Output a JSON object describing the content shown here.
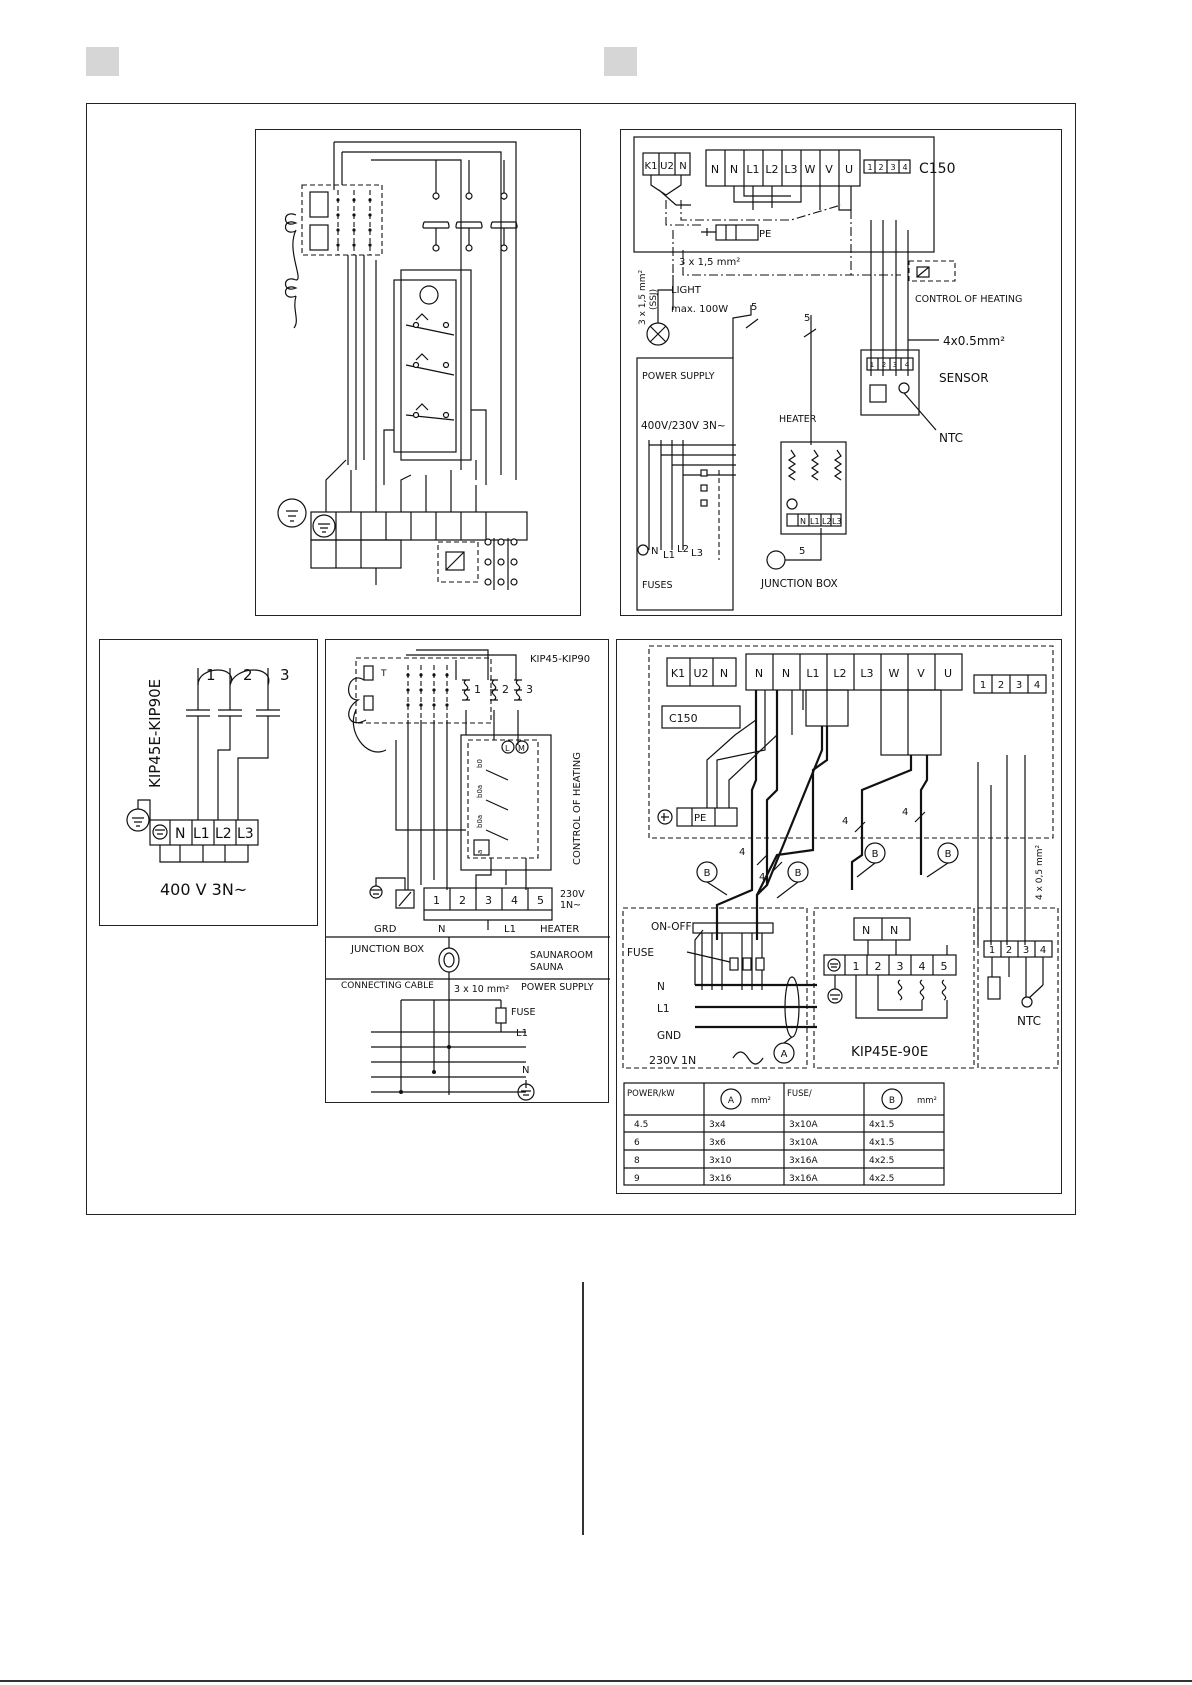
{
  "panel_tl": {},
  "panel_tr": {
    "terminals_top_left": [
      "K1",
      "U2",
      "N"
    ],
    "terminals_top_main": [
      "N",
      "N",
      "L1",
      "L2",
      "L3",
      "W",
      "V",
      "U"
    ],
    "terminals_small": [
      "1",
      "2",
      "3",
      "4"
    ],
    "unit": "C150",
    "pe": "PE",
    "cable_vertical": "3 x 1,5 mm²",
    "cable_vertical_sub": "(SSJ)",
    "cable_horizontal": "3 x 1,5 mm²",
    "light": "LIGHT",
    "light_max": "max. 100W",
    "control": "CONTROL OF HEATING",
    "sensor_cable": "4x0.5mm²",
    "sensor": "SENSOR",
    "heater": "HEATER",
    "ntc": "NTC",
    "power_supply": "POWER SUPPLY",
    "voltage": "400V/230V 3N~",
    "fuses": "FUSES",
    "junction_box": "JUNCTION BOX",
    "wire_count": "5",
    "supply_terms": [
      "N",
      "L1",
      "L2",
      "L3"
    ],
    "heater_terms": [
      "N",
      "L1",
      "L2",
      "L3"
    ],
    "sensor_terms": [
      "1",
      "2",
      "3",
      "4"
    ]
  },
  "panel_ml": {
    "model": "KIP45E-KIP90E",
    "circuits": [
      "1",
      "2",
      "3"
    ],
    "terminals": [
      "N",
      "L1",
      "L2",
      "L3"
    ],
    "voltage": "400 V 3N~"
  },
  "panel_mc": {
    "model": "KIP45-KIP90",
    "circuits": [
      "1",
      "2",
      "3"
    ],
    "control": "CONTROL OF HEATING",
    "relay_labels": [
      "b0",
      "b0a",
      "b0a",
      "a"
    ],
    "terminals": [
      "1",
      "2",
      "3",
      "4",
      "5"
    ],
    "voltage_line1": "230V",
    "voltage_line2": "1N~",
    "grd": "GRD",
    "n": "N",
    "l1": "L1",
    "heater": "HEATER",
    "junction_box": "JUNCTION BOX",
    "saunaroom": "SAUNAROOM",
    "sauna": "SAUNA",
    "connecting_cable": "CONNECTING CABLE",
    "cable_size": "3 x 10 mm²",
    "power_supply": "POWER SUPPLY",
    "fuse": "FUSE",
    "line_l1": "L1",
    "line_n": "N"
  },
  "panel_br": {
    "terminals_left": [
      "K1",
      "U2",
      "N"
    ],
    "terminals_main": [
      "N",
      "N",
      "L1",
      "L2",
      "L3",
      "W",
      "V",
      "U"
    ],
    "terminals_small": [
      "1",
      "2",
      "3",
      "4"
    ],
    "unit": "C150",
    "pe": "PE",
    "wire_count": "4",
    "callout_b": "B",
    "callout_a": "A",
    "sensor_cable": "4 x 0,5 mm²",
    "on_off": "ON-OFF",
    "fuse": "FUSE",
    "line_n": "N",
    "line_l1": "L1",
    "line_gnd": "GND",
    "voltage": "230V 1N",
    "heater_top": [
      "N",
      "N"
    ],
    "heater_terms": [
      "1",
      "2",
      "3",
      "4",
      "5"
    ],
    "model": "KIP45E-90E",
    "sensor_terms": [
      "1",
      "2",
      "3",
      "4"
    ],
    "ntc": "NTC"
  },
  "table": {
    "head_power": "POWER/kW",
    "head_mm": "mm²",
    "head_fuse": "FUSE/",
    "rows": [
      [
        "4.5",
        "3x4",
        "3x10A",
        "4x1.5"
      ],
      [
        "6",
        "3x6",
        "3x10A",
        "4x1.5"
      ],
      [
        "8",
        "3x10",
        "3x16A",
        "4x2.5"
      ],
      [
        "9",
        "3x16",
        "3x16A",
        "4x2.5"
      ]
    ]
  }
}
